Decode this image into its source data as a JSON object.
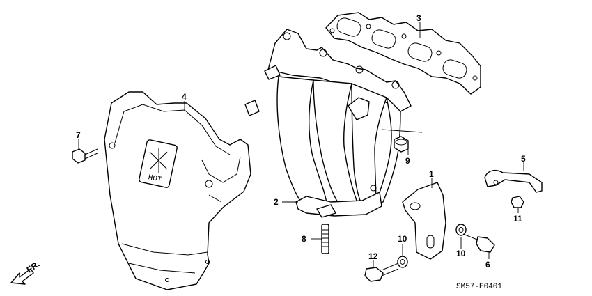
{
  "diagram": {
    "callouts": {
      "c1": "1",
      "c2": "2",
      "c3": "3",
      "c4": "4",
      "c5": "5",
      "c6": "6",
      "c7": "7",
      "c8": "8",
      "c9": "9",
      "c10a": "10",
      "c10b": "10",
      "c11": "11",
      "c12": "12"
    },
    "heat_shield_text": "HOT",
    "direction_label": "FR.",
    "diagram_code": "SM57-E0401"
  }
}
